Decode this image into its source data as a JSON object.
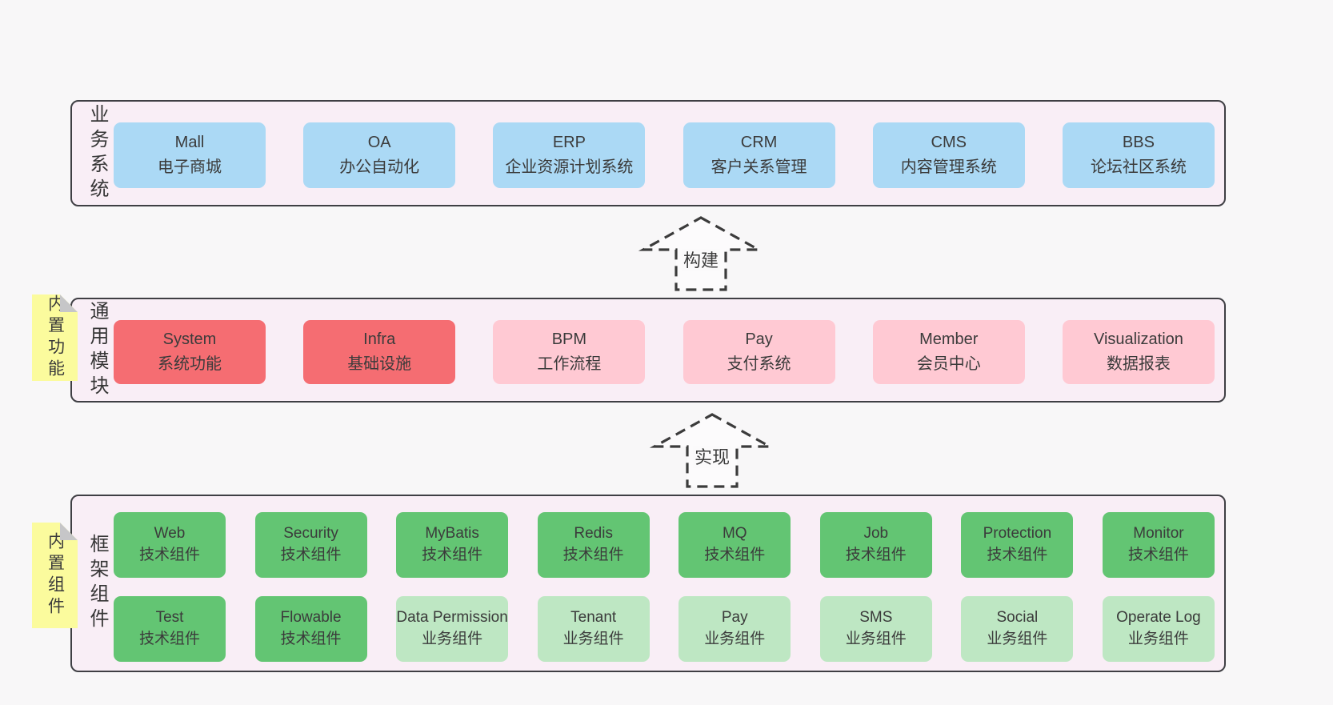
{
  "colors": {
    "page_bg": "#f8f7f8",
    "panel": "#f9eef6",
    "panel_border": "#3f3f44",
    "blue": "#abd9f5",
    "red": "#f56d72",
    "pink": "#ffc9d3",
    "green": "#63c573",
    "greenLight": "#bee7c3",
    "sticky": "#fbfb9d",
    "text": "#3b3b3b"
  },
  "arrows": [
    {
      "label": "构建"
    },
    {
      "label": "实现"
    }
  ],
  "layers": [
    {
      "side_label": "业务系统",
      "sticky_label": null,
      "rows": [
        [
          {
            "title": "Mall",
            "subtitle": "电子商城",
            "variant": "blue"
          },
          {
            "title": "OA",
            "subtitle": "办公自动化",
            "variant": "blue"
          },
          {
            "title": "ERP",
            "subtitle": "企业资源计划系统",
            "variant": "blue"
          },
          {
            "title": "CRM",
            "subtitle": "客户关系管理",
            "variant": "blue"
          },
          {
            "title": "CMS",
            "subtitle": "内容管理系统",
            "variant": "blue"
          },
          {
            "title": "BBS",
            "subtitle": "论坛社区系统",
            "variant": "blue"
          }
        ]
      ]
    },
    {
      "side_label": "通用模块",
      "sticky_label": "内置功能",
      "rows": [
        [
          {
            "title": "System",
            "subtitle": "系统功能",
            "variant": "red"
          },
          {
            "title": "Infra",
            "subtitle": "基础设施",
            "variant": "red"
          },
          {
            "title": "BPM",
            "subtitle": "工作流程",
            "variant": "pink"
          },
          {
            "title": "Pay",
            "subtitle": "支付系统",
            "variant": "pink"
          },
          {
            "title": "Member",
            "subtitle": "会员中心",
            "variant": "pink"
          },
          {
            "title": "Visualization",
            "subtitle": "数据报表",
            "variant": "pink"
          }
        ]
      ]
    },
    {
      "side_label": "框架组件",
      "sticky_label": "内置组件",
      "rows": [
        [
          {
            "title": "Web",
            "subtitle": "技术组件",
            "variant": "green"
          },
          {
            "title": "Security",
            "subtitle": "技术组件",
            "variant": "green"
          },
          {
            "title": "MyBatis",
            "subtitle": "技术组件",
            "variant": "green"
          },
          {
            "title": "Redis",
            "subtitle": "技术组件",
            "variant": "green"
          },
          {
            "title": "MQ",
            "subtitle": "技术组件",
            "variant": "green"
          },
          {
            "title": "Job",
            "subtitle": "技术组件",
            "variant": "green"
          },
          {
            "title": "Protection",
            "subtitle": "技术组件",
            "variant": "green"
          },
          {
            "title": "Monitor",
            "subtitle": "技术组件",
            "variant": "green"
          }
        ],
        [
          {
            "title": "Test",
            "subtitle": "技术组件",
            "variant": "green"
          },
          {
            "title": "Flowable",
            "subtitle": "技术组件",
            "variant": "green"
          },
          {
            "title": "Data Permission",
            "subtitle": "业务组件",
            "variant": "green-light"
          },
          {
            "title": "Tenant",
            "subtitle": "业务组件",
            "variant": "green-light"
          },
          {
            "title": "Pay",
            "subtitle": "业务组件",
            "variant": "green-light"
          },
          {
            "title": "SMS",
            "subtitle": "业务组件",
            "variant": "green-light"
          },
          {
            "title": "Social",
            "subtitle": "业务组件",
            "variant": "green-light"
          },
          {
            "title": "Operate Log",
            "subtitle": "业务组件",
            "variant": "green-light"
          }
        ]
      ]
    }
  ]
}
